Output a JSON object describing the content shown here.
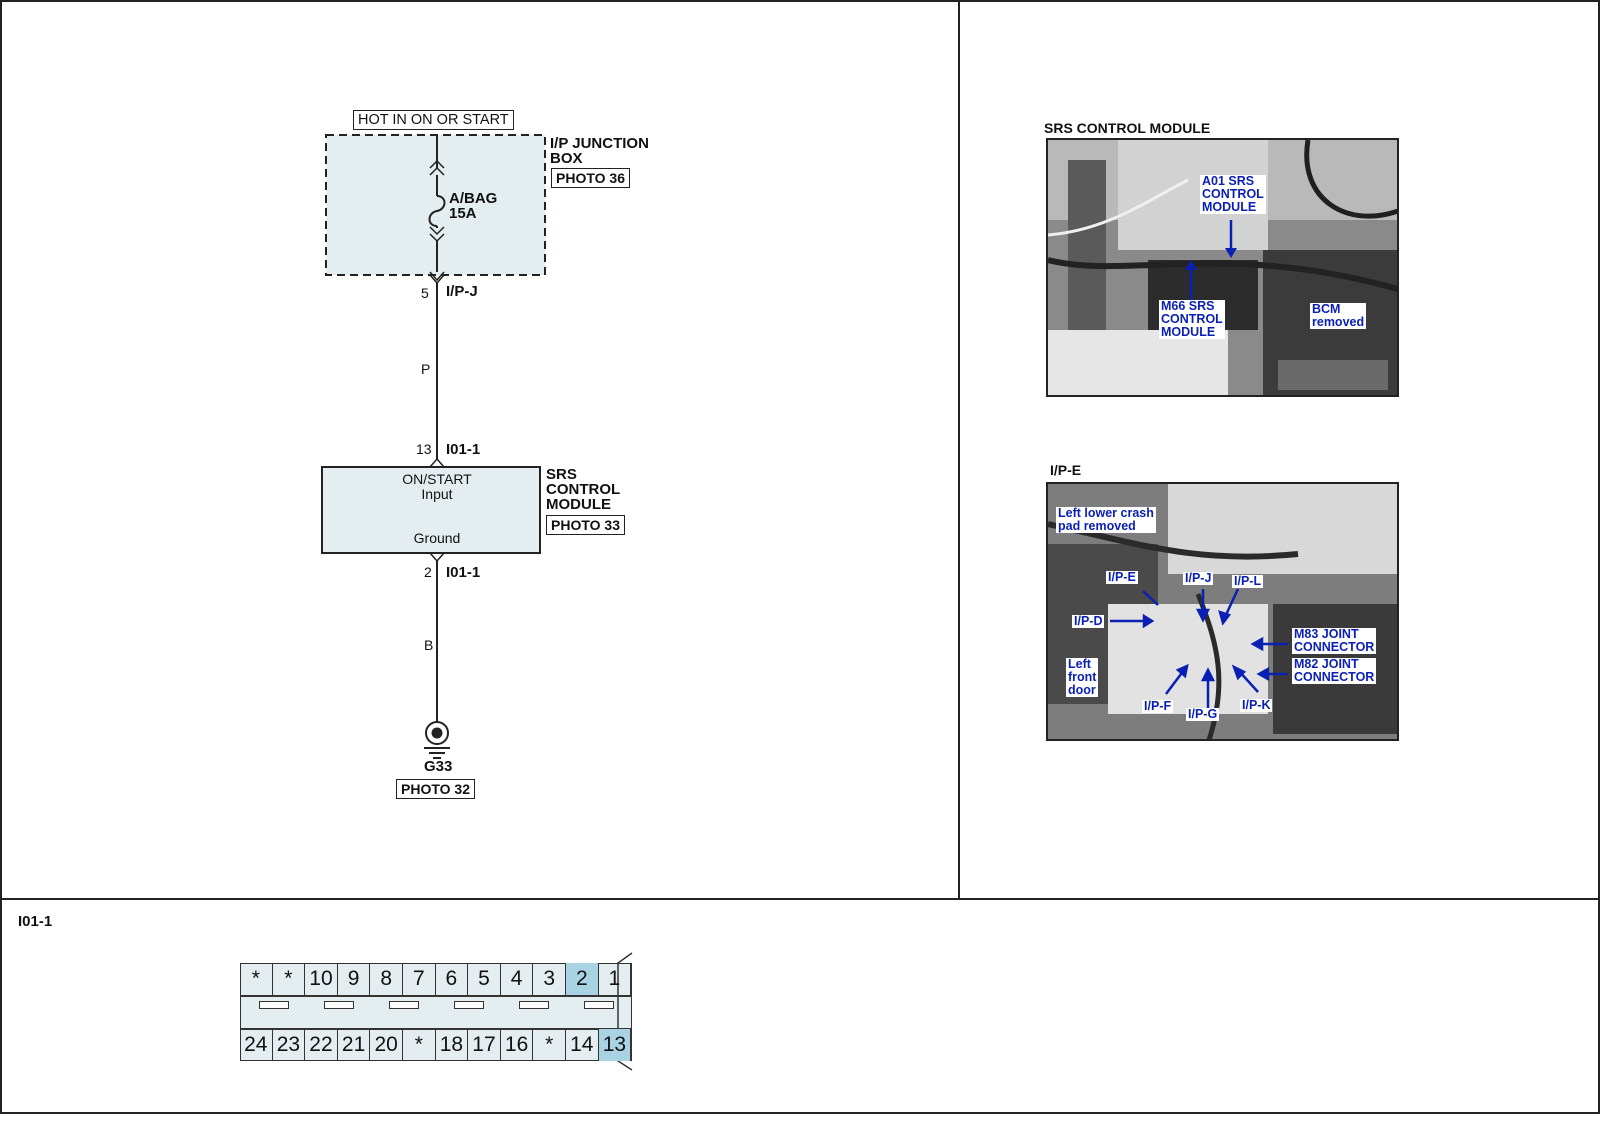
{
  "schematic": {
    "supply_label": "HOT IN ON OR START",
    "junction_box": {
      "name": "I/P JUNCTION\nBOX",
      "photo_ref": "PHOTO 36",
      "fuse_label": "A/BAG\n15A"
    },
    "connector_top": {
      "pin": "5",
      "name": "I/P-J"
    },
    "wire_top_color": "P",
    "module_input_connector": {
      "pin": "13",
      "name": "I01-1"
    },
    "module": {
      "name": "SRS\nCONTROL\nMODULE",
      "photo_ref": "PHOTO 33",
      "input_label": "ON/START\nInput",
      "ground_label": "Ground"
    },
    "module_ground_connector": {
      "pin": "2",
      "name": "I01-1"
    },
    "wire_bottom_color": "B",
    "ground": {
      "name": "G33",
      "photo_ref": "PHOTO 32"
    }
  },
  "photos": {
    "photo_33": {
      "title": "SRS CONTROL MODULE",
      "callouts": {
        "a01": "A01 SRS\nCONTROL\nMODULE",
        "m66": "M66 SRS\nCONTROL\nMODULE",
        "bcm": "BCM\nremoved"
      }
    },
    "photo_36": {
      "title": "I/P-E",
      "callouts": {
        "crash_pad": "Left lower crash\npad removed",
        "ipe": "I/P-E",
        "ipj": "I/P-J",
        "ipl": "I/P-L",
        "ipd": "I/P-D",
        "m83": "M83 JOINT\nCONNECTOR",
        "m82": "M82 JOINT\nCONNECTOR",
        "door": "Left\nfront\ndoor",
        "ipf": "I/P-F",
        "ipg": "I/P-G",
        "ipk": "I/P-K"
      }
    }
  },
  "connector_view": {
    "name": "I01-1",
    "top_row": [
      "*",
      "*",
      "10",
      "9",
      "8",
      "7",
      "6",
      "5",
      "4",
      "3",
      "2",
      "1"
    ],
    "bottom_row": [
      "24",
      "23",
      "22",
      "21",
      "20",
      "*",
      "18",
      "17",
      "16",
      "*",
      "14",
      "13"
    ],
    "highlighted_pins": [
      "2",
      "13"
    ]
  },
  "colors": {
    "box_fill": "#e4eef0",
    "pin_highlight": "#a9d3e2",
    "callout_text": "#0a1fb4",
    "line": "#222222"
  }
}
